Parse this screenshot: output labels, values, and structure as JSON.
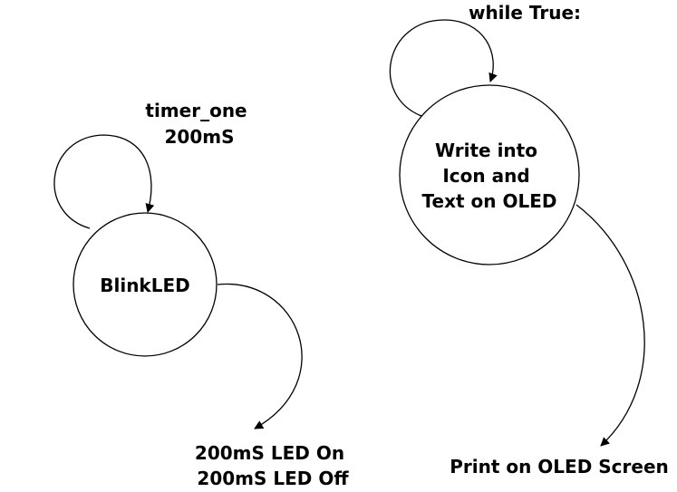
{
  "diagram": {
    "left_group": {
      "loop_label": [
        "timer_one",
        "200mS"
      ],
      "state": [
        "BlinkLED"
      ],
      "output_label": [
        "200mS LED On",
        "200mS LED Off"
      ]
    },
    "right_group": {
      "loop_label": [
        "while True:"
      ],
      "state": [
        "Write into",
        "Icon and",
        "Text on OLED"
      ],
      "output_label": [
        "Print on OLED Screen"
      ]
    }
  }
}
